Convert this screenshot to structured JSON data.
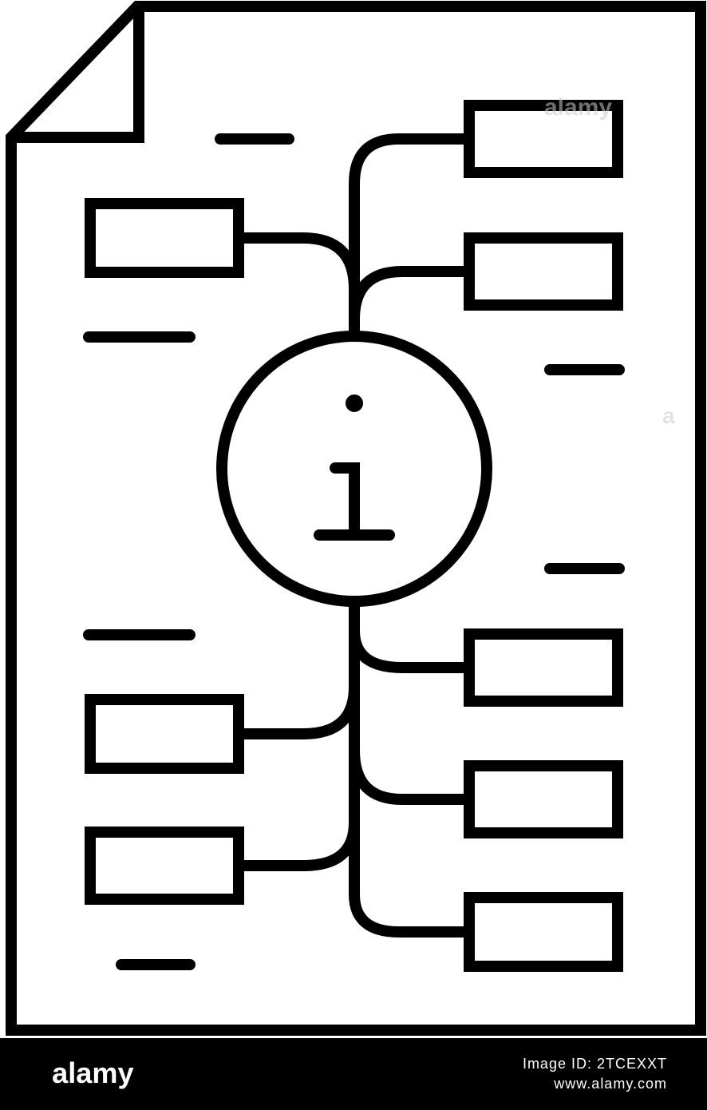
{
  "illustration": {
    "subject": "document with mind map and info symbol",
    "icon": "document-mindmap-info-icon",
    "info_glyph": "i",
    "stroke_color": "#000000",
    "background_color": "#ffffff"
  },
  "watermark": {
    "brand": "alamy",
    "image_id": "Image ID: 2TCEXXT",
    "url": "www.alamy.com"
  },
  "footer": {
    "background_color": "#000000",
    "text_color": "#ffffff"
  }
}
